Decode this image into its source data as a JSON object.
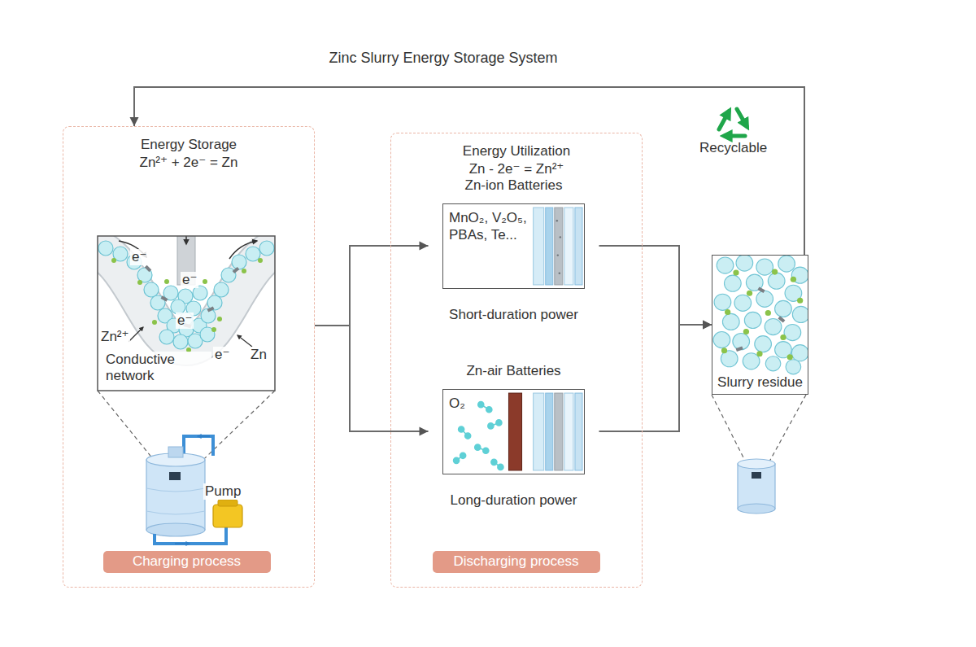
{
  "diagram": {
    "title": "Zinc Slurry Energy Storage System",
    "nodes": [
      {
        "text": [
          "Energy Storage",
          "Zn²⁺ + 2e⁻ = Zn"
        ]
      },
      {
        "text": [
          "Charging process"
        ],
        "in": 0
      },
      {
        "text": [
          "Energy Utilization",
          "Zn - 2e⁻ = Zn²⁺"
        ]
      },
      {
        "text": [
          "Zn-ion Batteries",
          "MnO₂, V₂O₅, PBAs, Te...",
          "Short-duration power"
        ],
        "in": 2
      },
      {
        "text": [
          "Zn-air Batteries",
          "O₂",
          "Long-duration power"
        ],
        "in": 2
      },
      {
        "text": [
          "Discharging process"
        ],
        "in": 2
      },
      {
        "text": [
          "Slurry residue"
        ]
      }
    ],
    "edges": [
      {
        "from": 0,
        "to": 3,
        "arrow": "to"
      },
      {
        "from": 0,
        "to": 4,
        "arrow": "to"
      },
      {
        "from": 3,
        "to": 6,
        "arrow": "to"
      },
      {
        "from": 4,
        "to": 6,
        "arrow": "to"
      },
      {
        "from": 6,
        "to": 0,
        "arrow": "to"
      }
    ],
    "labels": [
      "Recyclable",
      "e⁻",
      "e⁻",
      "e⁻",
      "e⁻",
      "Zn²⁺",
      "Conductive network",
      "Zn",
      "Pump"
    ]
  }
}
